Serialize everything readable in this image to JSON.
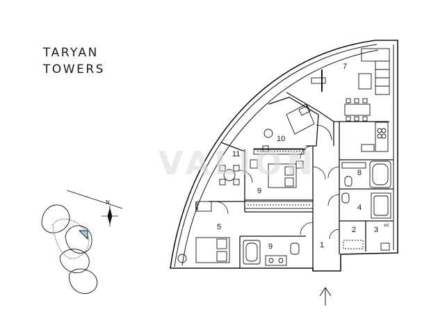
{
  "brand": {
    "line1": "TARYAN",
    "line2": "TOWERS"
  },
  "watermark": "VALION",
  "compass": {
    "north_label": "N"
  },
  "rooms": [
    {
      "number": "7"
    },
    {
      "number": "10"
    },
    {
      "number": "11"
    },
    {
      "number": "9"
    },
    {
      "number": "8"
    },
    {
      "number": "4"
    },
    {
      "number": "5"
    },
    {
      "number": "9"
    },
    {
      "number": "1"
    },
    {
      "number": "2"
    },
    {
      "number": "3"
    }
  ],
  "tags": {
    "wc": "WC"
  },
  "colors": {
    "line": "#111111",
    "highlight": "#9ecbe6",
    "watermark": "#d9d9d9"
  },
  "icons": [
    "compass-rose-icon",
    "entrance-arrow-icon"
  ]
}
